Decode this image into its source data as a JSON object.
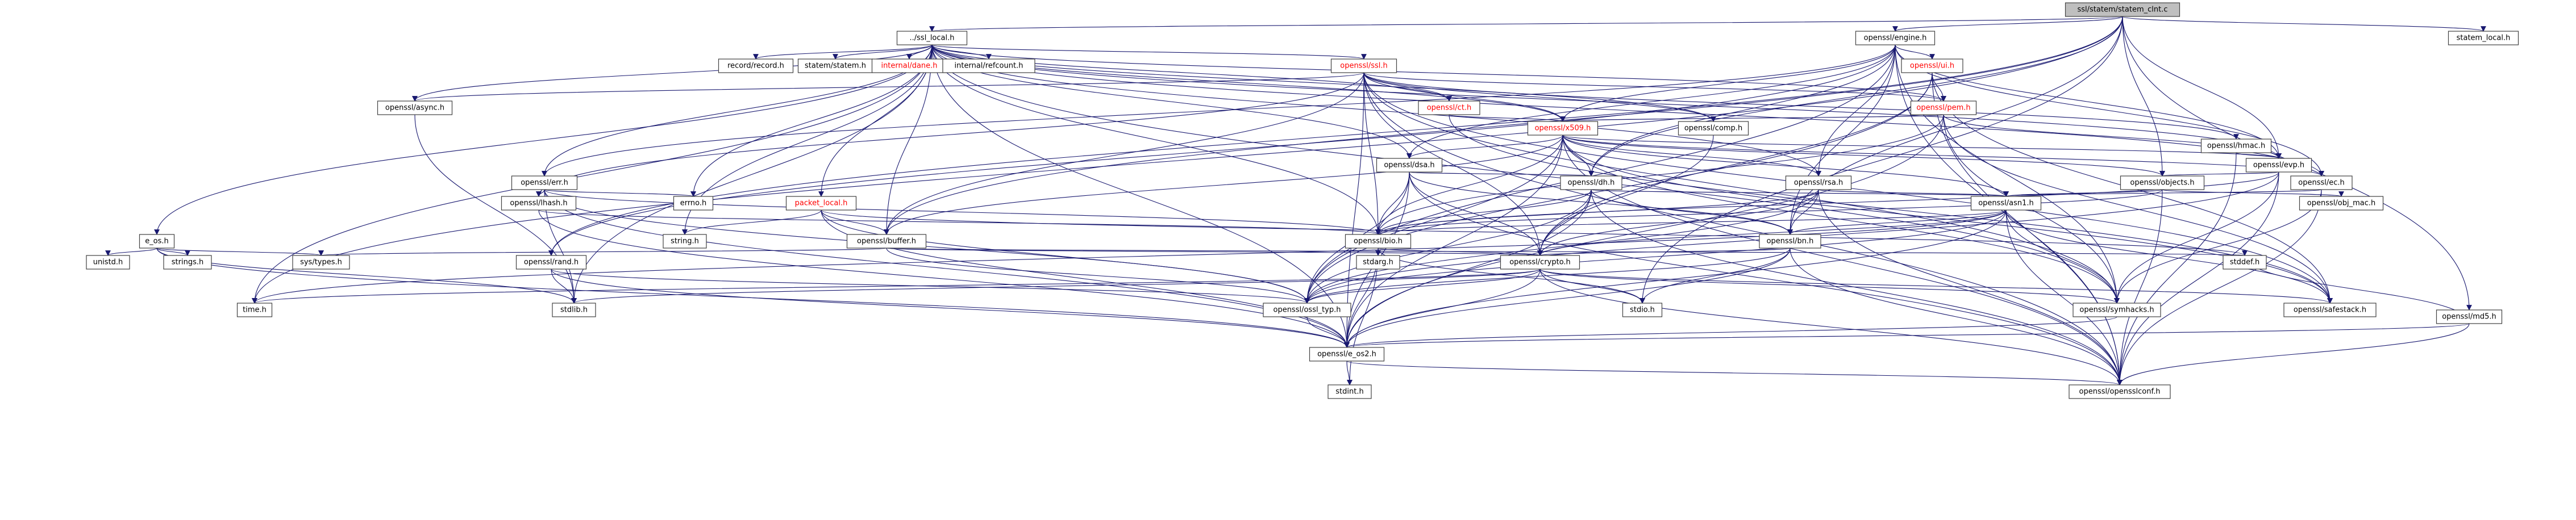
{
  "colors": {
    "edge": "#191970",
    "node_border": "#404040",
    "root_fill": "#bfbfbf",
    "node_fill": "#ffffff",
    "text": "#000000",
    "truncated_text": "#ff0000"
  },
  "root": "ssl/statem/statem_clnt.c",
  "nodes": [
    {
      "id": "root",
      "label": "ssl/statem/statem_clnt.c",
      "root": true
    },
    {
      "id": "ssl_local",
      "label": "../ssl_local.h"
    },
    {
      "id": "engine",
      "label": "openssl/engine.h"
    },
    {
      "id": "statem_local",
      "label": "statem_local.h"
    },
    {
      "id": "md5",
      "label": "openssl/md5.h"
    },
    {
      "id": "record",
      "label": "record/record.h"
    },
    {
      "id": "statem",
      "label": "statem/statem.h"
    },
    {
      "id": "dane",
      "label": "internal/dane.h",
      "truncated": true
    },
    {
      "id": "refcount",
      "label": "internal/refcount.h"
    },
    {
      "id": "ssl",
      "label": "openssl/ssl.h",
      "truncated": true
    },
    {
      "id": "ui",
      "label": "openssl/ui.h",
      "truncated": true
    },
    {
      "id": "async",
      "label": "openssl/async.h"
    },
    {
      "id": "ct",
      "label": "openssl/ct.h",
      "truncated": true
    },
    {
      "id": "pem",
      "label": "openssl/pem.h",
      "truncated": true
    },
    {
      "id": "x509",
      "label": "openssl/x509.h",
      "truncated": true
    },
    {
      "id": "comp",
      "label": "openssl/comp.h"
    },
    {
      "id": "hmac",
      "label": "openssl/hmac.h"
    },
    {
      "id": "evp",
      "label": "openssl/evp.h"
    },
    {
      "id": "dsa",
      "label": "openssl/dsa.h"
    },
    {
      "id": "err",
      "label": "openssl/err.h"
    },
    {
      "id": "dh",
      "label": "openssl/dh.h"
    },
    {
      "id": "rsa",
      "label": "openssl/rsa.h"
    },
    {
      "id": "objects",
      "label": "openssl/objects.h"
    },
    {
      "id": "ec",
      "label": "openssl/ec.h"
    },
    {
      "id": "lhash",
      "label": "openssl/lhash.h"
    },
    {
      "id": "errno",
      "label": "errno.h"
    },
    {
      "id": "packet",
      "label": "packet_local.h",
      "truncated": true
    },
    {
      "id": "asn1",
      "label": "openssl/asn1.h"
    },
    {
      "id": "obj_mac",
      "label": "openssl/obj_mac.h"
    },
    {
      "id": "e_os",
      "label": "e_os.h"
    },
    {
      "id": "string",
      "label": "string.h"
    },
    {
      "id": "buffer",
      "label": "openssl/buffer.h"
    },
    {
      "id": "bio",
      "label": "openssl/bio.h"
    },
    {
      "id": "bn",
      "label": "openssl/bn.h"
    },
    {
      "id": "unistd",
      "label": "unistd.h"
    },
    {
      "id": "strings",
      "label": "strings.h"
    },
    {
      "id": "systypes",
      "label": "sys/types.h"
    },
    {
      "id": "rand",
      "label": "openssl/rand.h"
    },
    {
      "id": "stdarg",
      "label": "stdarg.h"
    },
    {
      "id": "crypto",
      "label": "openssl/crypto.h"
    },
    {
      "id": "stddef",
      "label": "stddef.h"
    },
    {
      "id": "time",
      "label": "time.h"
    },
    {
      "id": "stdlib",
      "label": "stdlib.h"
    },
    {
      "id": "ossl_typ",
      "label": "openssl/ossl_typ.h"
    },
    {
      "id": "stdio",
      "label": "stdio.h"
    },
    {
      "id": "symhacks",
      "label": "openssl/symhacks.h"
    },
    {
      "id": "safestack",
      "label": "openssl/safestack.h"
    },
    {
      "id": "e_os2",
      "label": "openssl/e_os2.h"
    },
    {
      "id": "stdint",
      "label": "stdint.h"
    },
    {
      "id": "opensslconf",
      "label": "openssl/opensslconf.h"
    }
  ],
  "edges": [
    [
      "root",
      "ssl_local"
    ],
    [
      "root",
      "engine"
    ],
    [
      "root",
      "statem_local"
    ],
    [
      "root",
      "md5"
    ],
    [
      "root",
      "dh"
    ],
    [
      "root",
      "evp"
    ],
    [
      "root",
      "objects"
    ],
    [
      "root",
      "bn"
    ],
    [
      "root",
      "time"
    ],
    [
      "root",
      "stdio"
    ],
    [
      "root",
      "rand"
    ],
    [
      "root",
      "buffer"
    ],
    [
      "ssl_local",
      "record"
    ],
    [
      "ssl_local",
      "statem"
    ],
    [
      "ssl_local",
      "dane"
    ],
    [
      "ssl_local",
      "refcount"
    ],
    [
      "ssl_local",
      "ssl"
    ],
    [
      "ssl_local",
      "async"
    ],
    [
      "ssl_local",
      "ct"
    ],
    [
      "ssl_local",
      "pem"
    ],
    [
      "ssl_local",
      "x509"
    ],
    [
      "ssl_local",
      "comp"
    ],
    [
      "ssl_local",
      "evp"
    ],
    [
      "ssl_local",
      "dsa"
    ],
    [
      "ssl_local",
      "err"
    ],
    [
      "ssl_local",
      "rsa"
    ],
    [
      "ssl_local",
      "ec"
    ],
    [
      "ssl_local",
      "errno"
    ],
    [
      "ssl_local",
      "packet"
    ],
    [
      "ssl_local",
      "e_os"
    ],
    [
      "ssl_local",
      "string"
    ],
    [
      "ssl_local",
      "buffer"
    ],
    [
      "ssl_local",
      "bio"
    ],
    [
      "ssl_local",
      "stdlib"
    ],
    [
      "ssl_local",
      "time"
    ],
    [
      "ssl_local",
      "symhacks"
    ],
    [
      "ssl_local",
      "e_os2"
    ],
    [
      "engine",
      "ui"
    ],
    [
      "engine",
      "x509"
    ],
    [
      "engine",
      "rsa"
    ],
    [
      "engine",
      "dsa"
    ],
    [
      "engine",
      "dh"
    ],
    [
      "engine",
      "ec"
    ],
    [
      "engine",
      "rand"
    ],
    [
      "engine",
      "err"
    ],
    [
      "engine",
      "bn"
    ],
    [
      "engine",
      "evp"
    ],
    [
      "engine",
      "symhacks"
    ],
    [
      "engine",
      "ossl_typ"
    ],
    [
      "engine",
      "opensslconf"
    ],
    [
      "md5",
      "stddef"
    ],
    [
      "md5",
      "e_os2"
    ],
    [
      "md5",
      "opensslconf"
    ],
    [
      "ssl",
      "x509"
    ],
    [
      "ssl",
      "hmac"
    ],
    [
      "ssl",
      "async"
    ],
    [
      "ssl",
      "ct"
    ],
    [
      "ssl",
      "pem"
    ],
    [
      "ssl",
      "comp"
    ],
    [
      "ssl",
      "bio"
    ],
    [
      "ssl",
      "lhash"
    ],
    [
      "ssl",
      "buffer"
    ],
    [
      "ssl",
      "crypto"
    ],
    [
      "ssl",
      "e_os2"
    ],
    [
      "ssl",
      "safestack"
    ],
    [
      "ssl",
      "symhacks"
    ],
    [
      "ssl",
      "opensslconf"
    ],
    [
      "ui",
      "pem"
    ],
    [
      "ui",
      "crypto"
    ],
    [
      "ui",
      "safestack"
    ],
    [
      "ui",
      "ossl_typ"
    ],
    [
      "ui",
      "opensslconf"
    ],
    [
      "async",
      "stdlib"
    ],
    [
      "ct",
      "x509"
    ],
    [
      "ct",
      "safestack"
    ],
    [
      "pem",
      "x509"
    ],
    [
      "pem",
      "evp"
    ],
    [
      "pem",
      "bio"
    ],
    [
      "pem",
      "safestack"
    ],
    [
      "pem",
      "symhacks"
    ],
    [
      "pem",
      "e_os2"
    ],
    [
      "x509",
      "evp"
    ],
    [
      "x509",
      "dsa"
    ],
    [
      "x509",
      "dh"
    ],
    [
      "x509",
      "rsa"
    ],
    [
      "x509",
      "ec"
    ],
    [
      "x509",
      "objects"
    ],
    [
      "x509",
      "asn1"
    ],
    [
      "x509",
      "bio"
    ],
    [
      "x509",
      "buffer"
    ],
    [
      "x509",
      "symhacks"
    ],
    [
      "x509",
      "safestack"
    ],
    [
      "x509",
      "ossl_typ"
    ],
    [
      "x509",
      "e_os2"
    ],
    [
      "x509",
      "opensslconf"
    ],
    [
      "comp",
      "crypto"
    ],
    [
      "hmac",
      "evp"
    ],
    [
      "hmac",
      "opensslconf"
    ],
    [
      "evp",
      "objects"
    ],
    [
      "evp",
      "bio"
    ],
    [
      "evp",
      "symhacks"
    ],
    [
      "evp",
      "ossl_typ"
    ],
    [
      "evp",
      "opensslconf"
    ],
    [
      "dsa",
      "dh"
    ],
    [
      "dsa",
      "bio"
    ],
    [
      "dsa",
      "bn"
    ],
    [
      "dsa",
      "crypto"
    ],
    [
      "dsa",
      "ossl_typ"
    ],
    [
      "dsa",
      "e_os2"
    ],
    [
      "dsa",
      "opensslconf"
    ],
    [
      "err",
      "lhash"
    ],
    [
      "err",
      "bio"
    ],
    [
      "err",
      "errno"
    ],
    [
      "err",
      "stdlib"
    ],
    [
      "err",
      "ossl_typ"
    ],
    [
      "err",
      "e_os2"
    ],
    [
      "dh",
      "asn1"
    ],
    [
      "dh",
      "bio"
    ],
    [
      "dh",
      "bn"
    ],
    [
      "dh",
      "crypto"
    ],
    [
      "dh",
      "ossl_typ"
    ],
    [
      "dh",
      "e_os2"
    ],
    [
      "dh",
      "opensslconf"
    ],
    [
      "rsa",
      "asn1"
    ],
    [
      "rsa",
      "bio"
    ],
    [
      "rsa",
      "bn"
    ],
    [
      "rsa",
      "crypto"
    ],
    [
      "rsa",
      "ossl_typ"
    ],
    [
      "rsa",
      "opensslconf"
    ],
    [
      "objects",
      "obj_mac"
    ],
    [
      "objects",
      "asn1"
    ],
    [
      "objects",
      "bio"
    ],
    [
      "objects",
      "opensslconf"
    ],
    [
      "ec",
      "asn1"
    ],
    [
      "ec",
      "symhacks"
    ],
    [
      "ec",
      "opensslconf"
    ],
    [
      "lhash",
      "bio"
    ],
    [
      "lhash",
      "e_os2"
    ],
    [
      "packet",
      "string"
    ],
    [
      "packet",
      "buffer"
    ],
    [
      "packet",
      "e_os2"
    ],
    [
      "packet",
      "ossl_typ"
    ],
    [
      "packet",
      "stddef"
    ],
    [
      "asn1",
      "bio"
    ],
    [
      "asn1",
      "bn"
    ],
    [
      "asn1",
      "crypto"
    ],
    [
      "asn1",
      "safestack"
    ],
    [
      "asn1",
      "symhacks"
    ],
    [
      "asn1",
      "e_os2"
    ],
    [
      "asn1",
      "ossl_typ"
    ],
    [
      "asn1",
      "time"
    ],
    [
      "asn1",
      "opensslconf"
    ],
    [
      "e_os",
      "unistd"
    ],
    [
      "e_os",
      "strings"
    ],
    [
      "e_os",
      "systypes"
    ],
    [
      "e_os",
      "stdlib"
    ],
    [
      "e_os",
      "e_os2"
    ],
    [
      "buffer",
      "crypto"
    ],
    [
      "buffer",
      "ossl_typ"
    ],
    [
      "buffer",
      "stddef"
    ],
    [
      "buffer",
      "systypes"
    ],
    [
      "bio",
      "stdarg"
    ],
    [
      "bio",
      "stdio"
    ],
    [
      "bio",
      "crypto"
    ],
    [
      "bio",
      "e_os2"
    ],
    [
      "bio",
      "stdint"
    ],
    [
      "bn",
      "crypto"
    ],
    [
      "bn",
      "stdio"
    ],
    [
      "bn",
      "ossl_typ"
    ],
    [
      "bn",
      "e_os2"
    ],
    [
      "bn",
      "opensslconf"
    ],
    [
      "rand",
      "ossl_typ"
    ],
    [
      "rand",
      "stdlib"
    ],
    [
      "rand",
      "e_os2"
    ],
    [
      "crypto",
      "stdlib"
    ],
    [
      "crypto",
      "stdio"
    ],
    [
      "crypto",
      "time"
    ],
    [
      "crypto",
      "safestack"
    ],
    [
      "crypto",
      "symhacks"
    ],
    [
      "crypto",
      "ossl_typ"
    ],
    [
      "crypto",
      "e_os2"
    ],
    [
      "crypto",
      "opensslconf"
    ],
    [
      "ossl_typ",
      "e_os2"
    ],
    [
      "symhacks",
      "e_os2"
    ],
    [
      "e_os2",
      "opensslconf"
    ],
    [
      "e_os2",
      "stdint"
    ]
  ]
}
